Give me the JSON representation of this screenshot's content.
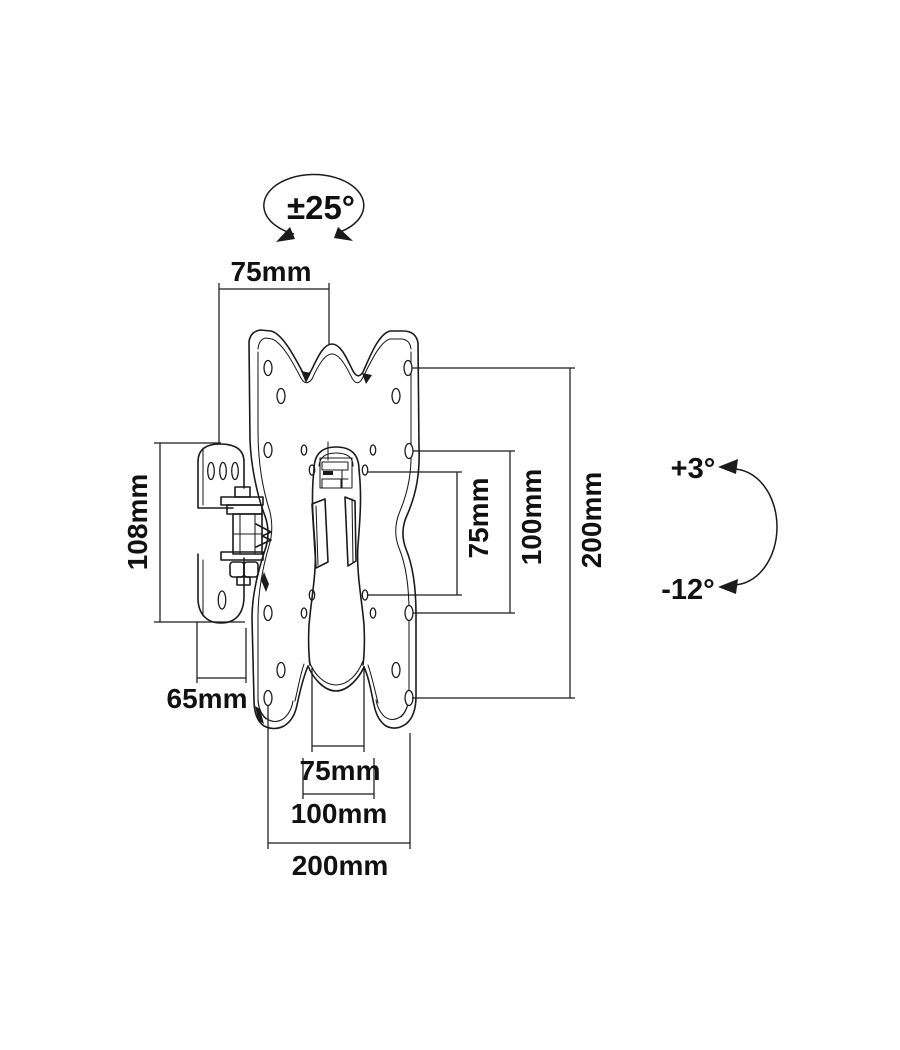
{
  "page": {
    "background": "#ffffff",
    "line_color": "#1b1b1b",
    "text_color": "#111111"
  },
  "diagram": {
    "type": "technical-drawing",
    "subject": "tilting TV wall mount bracket, front view with dimensions",
    "annotations": {
      "swivel_angle": "±25°",
      "top_offset": "75mm",
      "wall_plate_height": "108mm",
      "wall_plate_width": "65mm",
      "vesa_vertical_75": "75mm",
      "vesa_vertical_100": "100mm",
      "vesa_vertical_200": "200mm",
      "tilt_up_angle": "+3°",
      "tilt_down_angle": "-12°",
      "vesa_horizontal_75": "75mm",
      "vesa_horizontal_100": "100mm",
      "vesa_horizontal_200": "200mm"
    }
  }
}
